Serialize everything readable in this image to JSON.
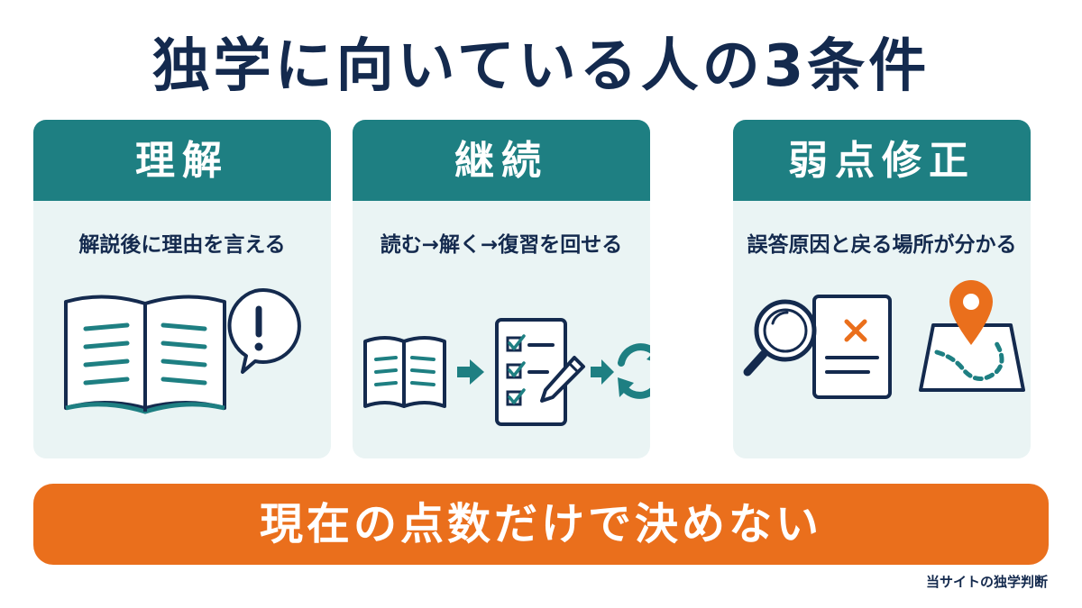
{
  "title": "独学に向いている人の3条件",
  "cards": [
    {
      "heading": "理解",
      "description": "解説後に理由を言える"
    },
    {
      "heading": "継続",
      "description": "読む→解く→復習を回せる"
    },
    {
      "heading": "弱点修正",
      "description": "誤答原因と戻る場所が分かる"
    }
  ],
  "banner": "現在の点数だけで決めない",
  "footnote": "当サイトの独学判断",
  "colors": {
    "navy": "#142a4e",
    "teal": "#1e7f82",
    "card_bg": "#eaf4f4",
    "orange": "#ea6f1c"
  }
}
